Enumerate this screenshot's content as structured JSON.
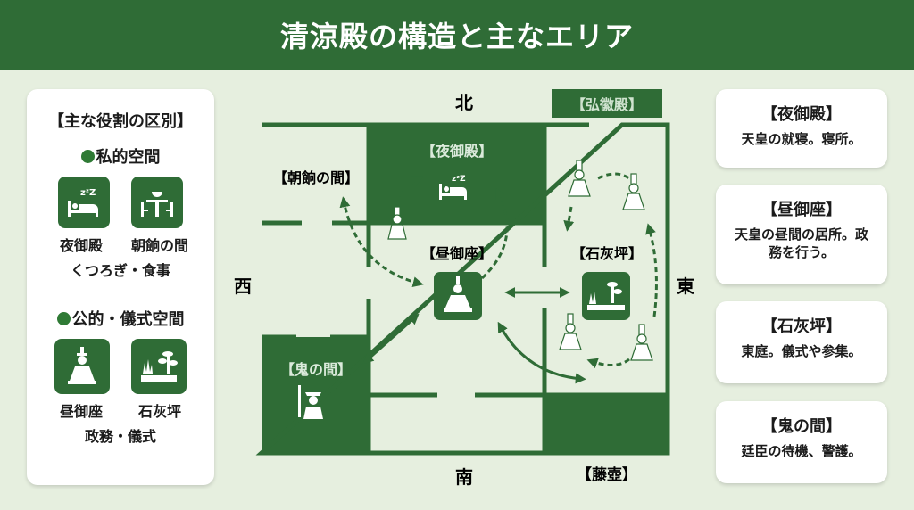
{
  "title": "清涼殿の構造と主なエリア",
  "left_panel": {
    "heading": "【主な役割の区別】",
    "private": {
      "label": "私的空間",
      "items": [
        "夜御殿",
        "朝餉の間"
      ],
      "desc": "くつろぎ・食事"
    },
    "public": {
      "label": "公的・儀式空間",
      "items": [
        "昼御座",
        "石灰坪"
      ],
      "desc": "政務・儀式"
    }
  },
  "plan": {
    "north": "北",
    "south": "南",
    "west": "西",
    "east": "東",
    "rooms": {
      "yoru": "【夜御殿】",
      "asagarei": "【朝餉の間】",
      "hiru": "【昼御座】",
      "ishibai": "【石灰坪】",
      "oni": "【鬼の間】",
      "kokiden": "【弘徽殿】",
      "fujitsubo": "【藤壺】"
    }
  },
  "right_cards": [
    {
      "title": "【夜御殿】",
      "text": "天皇の就寝。寝所。"
    },
    {
      "title": "【昼御座】",
      "text": "天皇の昼間の居所。政務を行う。"
    },
    {
      "title": "【石灰坪】",
      "text": "東庭。儀式や参集。"
    },
    {
      "title": "【鬼の間】",
      "text": "廷臣の待機、警護。"
    }
  ],
  "colors": {
    "green": "#2f6c36",
    "bg": "#e6efdf"
  }
}
